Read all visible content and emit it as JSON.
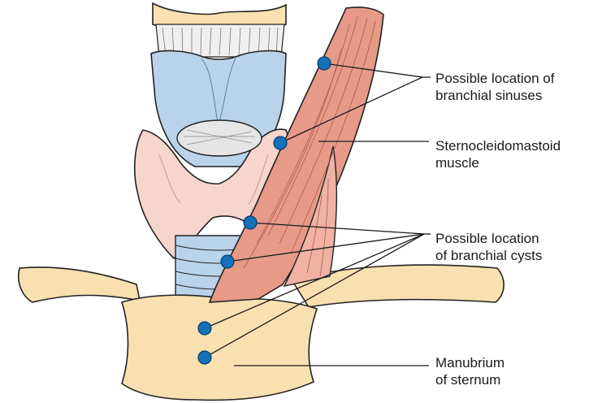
{
  "labels": {
    "branchial_sinuses": [
      "Possible location of",
      "branchial sinuses"
    ],
    "sternocleidomastoid": [
      "Sternocleidomastoid",
      "muscle"
    ],
    "branchial_cysts": [
      "Possible location",
      "of branchial cysts"
    ],
    "manubrium": [
      "Manubrium",
      "of sternum"
    ]
  },
  "colors": {
    "cartilage": "#b9d3ea",
    "thyroid_gland": "#f6d5cd",
    "muscle": "#e79a88",
    "bone": "#f9e0b0",
    "marker": "#1470b8",
    "outline": "#222222"
  }
}
